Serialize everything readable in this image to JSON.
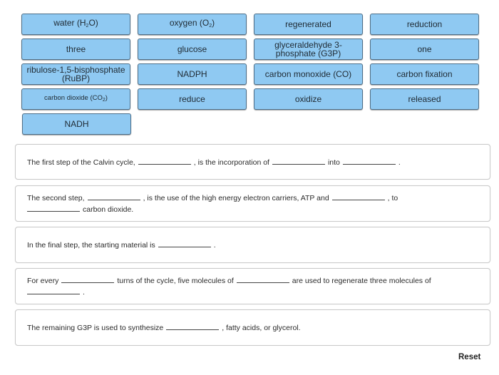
{
  "word_bank": [
    {
      "id": "water",
      "label": "water (H",
      "sub": "2",
      "suffix": "O)"
    },
    {
      "id": "oxygen",
      "label": "oxygen (O",
      "sub": "2",
      "suffix": ")"
    },
    {
      "id": "regenerated",
      "label": "regenerated"
    },
    {
      "id": "reduction",
      "label": "reduction"
    },
    {
      "id": "three",
      "label": "three"
    },
    {
      "id": "glucose",
      "label": "glucose"
    },
    {
      "id": "g3p",
      "label": "glyceraldehyde 3-phosphate (G3P)"
    },
    {
      "id": "one",
      "label": "one"
    },
    {
      "id": "rubp",
      "label": "ribulose-1,5-bisphosphate (RuBP)"
    },
    {
      "id": "nadph",
      "label": "NADPH"
    },
    {
      "id": "co",
      "label": "carbon monoxide (CO)"
    },
    {
      "id": "carbon-fixation",
      "label": "carbon fixation"
    },
    {
      "id": "co2",
      "label": "carbon dioxide (CO",
      "sub": "2",
      "suffix": ")"
    },
    {
      "id": "reduce",
      "label": "reduce"
    },
    {
      "id": "oxidize",
      "label": "oxidize"
    },
    {
      "id": "released",
      "label": "released"
    },
    {
      "id": "nadh",
      "label": "NADH"
    }
  ],
  "sentences": [
    {
      "line1": [
        "The first step of the Calvin cycle,",
        "BLANK",
        ", is the incorporation of",
        "BLANK",
        "into",
        "BLANK",
        "."
      ]
    },
    {
      "line1": [
        "The second step,",
        "BLANK",
        ", is the use of the high energy electron carriers, ATP and",
        "BLANK",
        ", to"
      ],
      "line2": [
        "BLANK",
        "carbon dioxide."
      ]
    },
    {
      "line1": [
        "In the final step, the starting material is",
        "BLANK",
        "."
      ]
    },
    {
      "line1": [
        "For every",
        "BLANK",
        "turns of the cycle, five molecules of",
        "BLANK",
        "are used to regenerate three molecules of"
      ],
      "line2": [
        "BLANK",
        "."
      ]
    },
    {
      "line1": [
        "The remaining G3P is used to synthesize",
        "BLANK",
        ", fatty acids, or glycerol."
      ]
    }
  ],
  "reset_label": "Reset"
}
